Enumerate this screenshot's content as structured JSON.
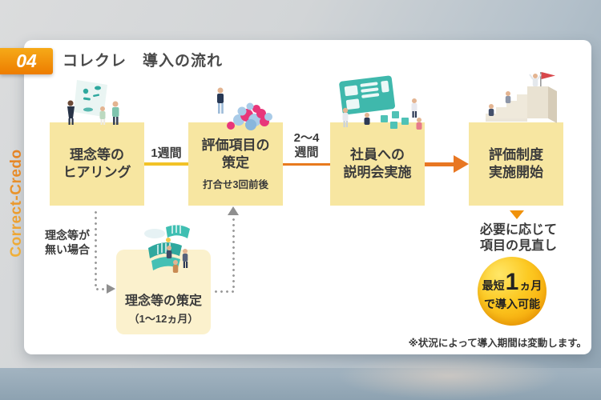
{
  "page": {
    "section_number": "04",
    "title": "コレクレ　導入の流れ",
    "side_label": "Correct-Credo",
    "footnote": "※状況によって導入期間は変動します。"
  },
  "flow": {
    "steps": [
      {
        "line1": "理念等の",
        "line2": "ヒアリング",
        "sub": ""
      },
      {
        "line1": "評価項目の",
        "line2": "策定",
        "sub": "打合せ3回前後"
      },
      {
        "line1": "社員への",
        "line2": "説明会実施",
        "sub": ""
      },
      {
        "line1": "評価制度",
        "line2": "実施開始",
        "sub": ""
      }
    ],
    "connectors": [
      {
        "label": "1週間"
      },
      {
        "line1": "2〜4",
        "line2": "週間"
      },
      {
        "label": ""
      }
    ],
    "branch": {
      "condition_line1": "理念等が",
      "condition_line2": "無い場合",
      "box_title": "理念等の策定",
      "box_period": "（1〜12ヵ月）"
    },
    "after": {
      "review_line1": "必要に応じて",
      "review_line2": "項目の見直し",
      "badge_small1": "最短",
      "badge_big": "1",
      "badge_small2": "ヵ月",
      "badge_line2": "で導入可能"
    }
  },
  "illustrations": {
    "step1": "hearing-meeting-illustration",
    "step2": "evaluation-papers-illustration",
    "step3": "briefing-session-illustration",
    "step4": "stairs-goal-illustration",
    "branch": "credo-drafting-illustration"
  },
  "colors": {
    "accent_orange": "#ED7D00",
    "box_yellow": "#F7E6A1",
    "branch_box_yellow": "#FBF1CD",
    "line_yellow": "#F2C227",
    "line_orange": "#E87A1E",
    "badge_yellow_light": "#FFE768",
    "badge_orange_deep": "#F49B00",
    "teal_illustration": "#3FBFB2",
    "background_gray_blue": "#90A4B3"
  }
}
